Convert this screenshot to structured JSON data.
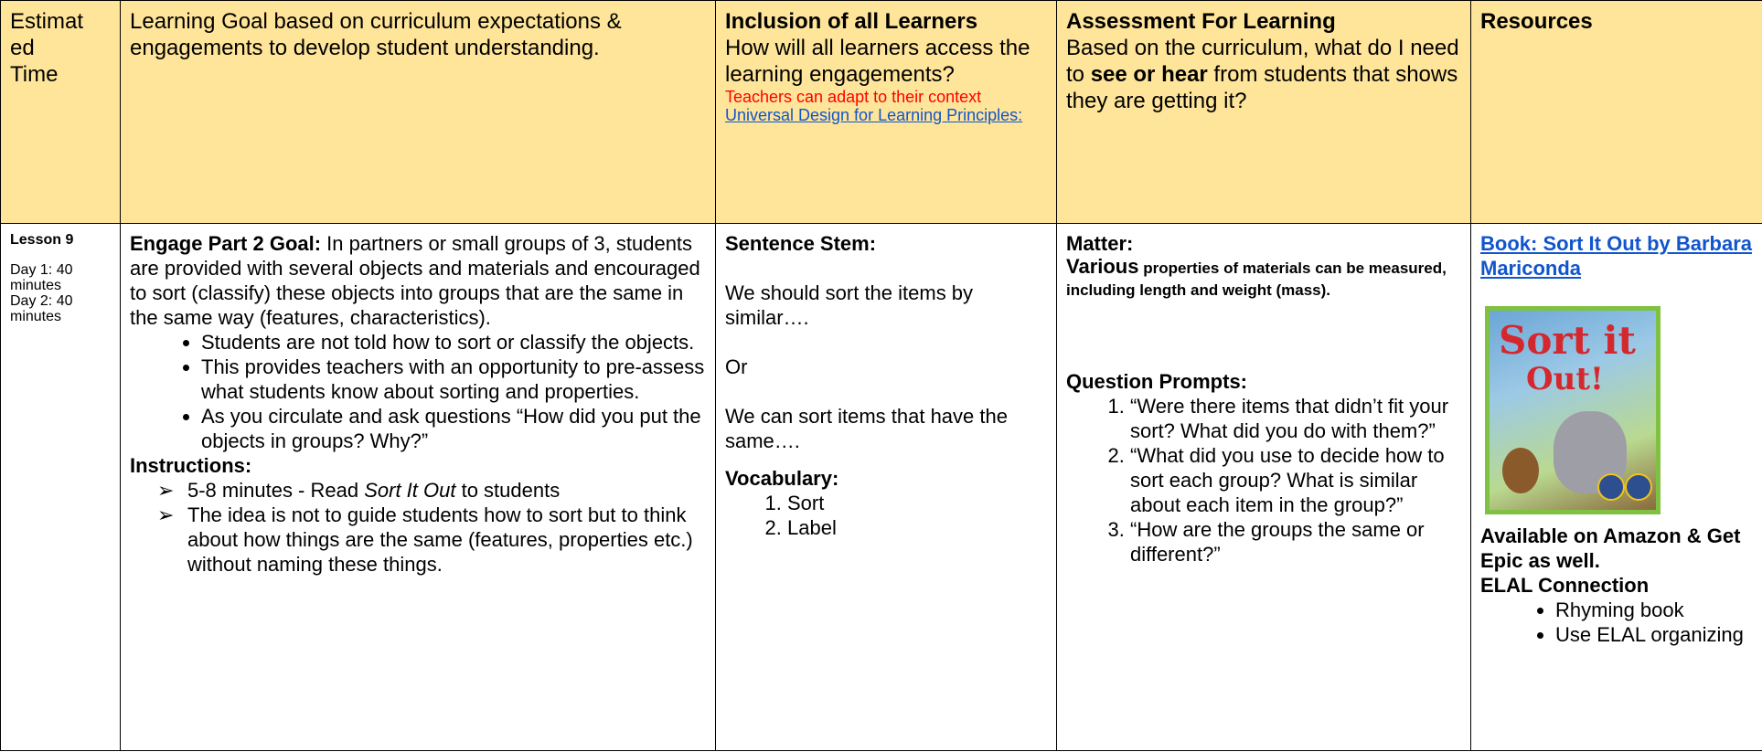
{
  "header": {
    "col1": "Estimat\ned\nTime",
    "col2": "Learning Goal based on curriculum expectations & engagements to develop student understanding.",
    "col3_title": "Inclusion of all Learners",
    "col3_sub": "How will all learners access the learning engagements?",
    "col3_note": "Teachers can adapt to their context",
    "col3_link": "Universal Design for Learning Principles:",
    "col4_title": "Assessment For Learning",
    "col4_sub_pre": "Based on the curriculum, what do I need to ",
    "col4_sub_bold": "see or hear",
    "col4_sub_post": " from students that shows they are getting it?",
    "col5_title": "Resources"
  },
  "row": {
    "time": {
      "lesson": "Lesson 9",
      "day1": "Day 1: 40 minutes",
      "day2": "Day 2: 40 minutes"
    },
    "goal": {
      "label": "Engage Part 2 Goal:",
      "text": " In partners or small groups of 3, students are provided with several objects and materials and encouraged to sort (classify) these objects into groups that are the same in the same way (features, characteristics).",
      "bullets": [
        "Students are not told how to sort or classify the objects.",
        "This provides teachers with an opportunity to pre-assess what students know about sorting and properties.",
        "As you circulate and ask questions “How did you put the objects in groups? Why?”"
      ],
      "instructions_label": "Instructions:",
      "arrow1_pre": "5-8 minutes - Read ",
      "arrow1_ital": "Sort It Out",
      "arrow1_post": " to students",
      "arrow2": "The idea is not to guide students how to sort but to think about how things are the same (features, properties etc.) without naming these things."
    },
    "inclusion": {
      "stem_label": "Sentence Stem:",
      "stem1": "We should sort the items by similar….",
      "or": "Or",
      "stem2": "We can sort items that have the same….",
      "vocab_label": "Vocabulary:",
      "vocab": [
        "Sort",
        "Label"
      ]
    },
    "assessment": {
      "matter_label": "Matter:",
      "various": "Various",
      "properties": " properties of materials can be measured, including length and weight (mass).",
      "prompts_label": "Question Prompts:",
      "prompts": [
        "“Were there items that didn’t fit your sort?  What did you do with them?”",
        "“What did you use to decide how to sort each group?  What is similar about each item in the group?”",
        "“How are the groups the same or different?”"
      ]
    },
    "resources": {
      "book_link": "Book: Sort It Out by Barbara Mariconda",
      "cover_title1": "Sort it",
      "cover_title2": "Out!",
      "available": "Available on Amazon & Get Epic as well.",
      "elal": "ELAL Connection",
      "bullets": [
        "Rhyming book",
        "Use ELAL organizing"
      ]
    }
  }
}
